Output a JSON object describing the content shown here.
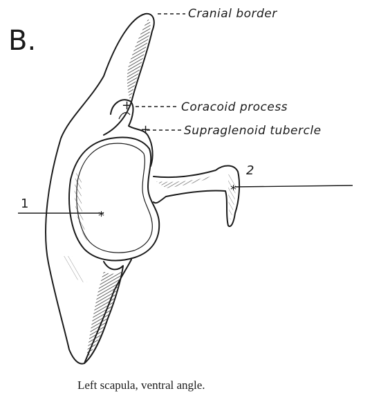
{
  "figure": {
    "panel_letter": "B.",
    "caption": "Left scapula, ventral angle.",
    "labels": {
      "cranial_border": "Cranial border",
      "coracoid_process": "Coracoid process",
      "supraglenoid_tubercle": "Supraglenoid tubercle"
    },
    "markers": {
      "one": "1",
      "two": "2"
    }
  }
}
